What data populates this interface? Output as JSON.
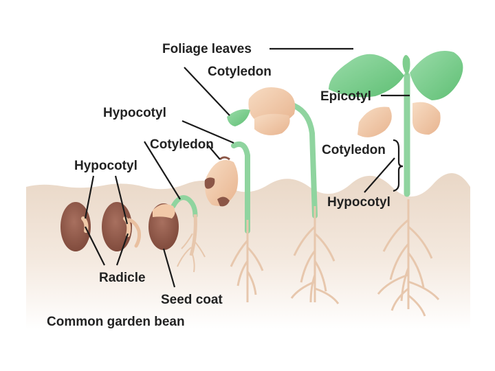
{
  "caption": "Common garden bean",
  "labels": {
    "foliage_leaves": "Foliage leaves",
    "cotyledon_top": "Cotyledon",
    "hypocotyl_upper": "Hypocotyl",
    "cotyledon_mid": "Cotyledon",
    "hypocotyl_left": "Hypocotyl",
    "epicotyl": "Epicotyl",
    "cotyledon_right": "Cotyledon",
    "hypocotyl_right": "Hypocotyl",
    "radicle": "Radicle",
    "seed_coat": "Seed coat"
  },
  "colors": {
    "soil_top": "#e8d8c8",
    "soil_bottom": "#ffffff",
    "seed": "#8b5647",
    "stem": "#8fd49f",
    "leaf": "#7fce8e",
    "cotyledon": "#f2c9a8",
    "root": "#e7c7ad"
  }
}
